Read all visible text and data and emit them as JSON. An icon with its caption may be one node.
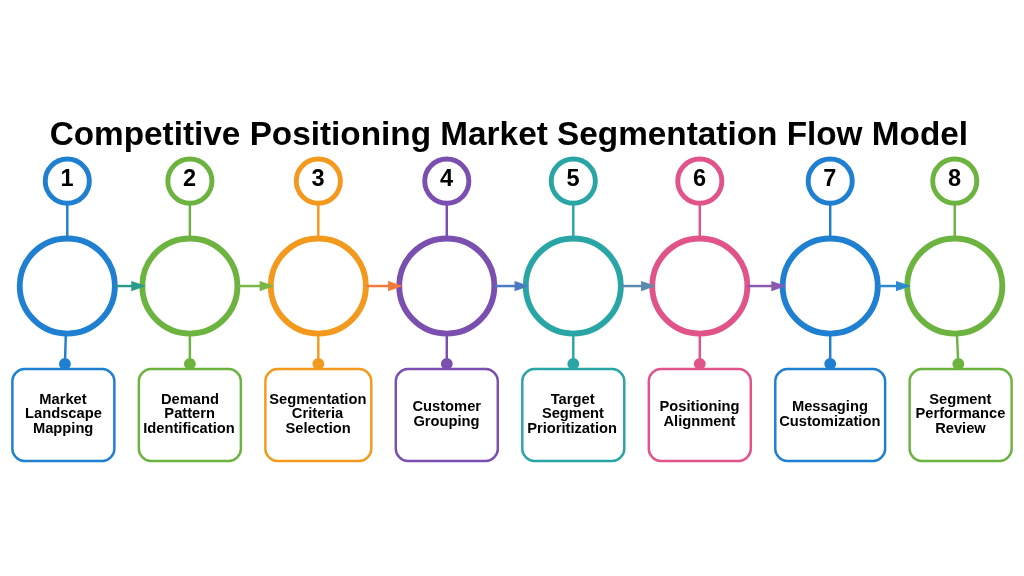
{
  "diagram": {
    "title": "Competitive Positioning Market Segmentation Flow Model",
    "nodes": [
      {
        "text": [
          "1"
        ]
      },
      {
        "text": [],
        "shape": "circle"
      },
      {
        "text": [
          "Market Landscape Mapping"
        ]
      },
      {
        "text": [
          "2"
        ]
      },
      {
        "text": [],
        "shape": "circle"
      },
      {
        "text": [
          "Demand Pattern Identification"
        ]
      },
      {
        "text": [
          "3"
        ]
      },
      {
        "text": [],
        "shape": "circle"
      },
      {
        "text": [
          "Segmentation Criteria Selection"
        ]
      },
      {
        "text": [
          "4"
        ]
      },
      {
        "text": [],
        "shape": "circle"
      },
      {
        "text": [
          "Customer Grouping"
        ]
      },
      {
        "text": [
          "5"
        ]
      },
      {
        "text": [],
        "shape": "circle"
      },
      {
        "text": [
          "Target Segment Prioritization"
        ]
      },
      {
        "text": [
          "6"
        ]
      },
      {
        "text": [],
        "shape": "circle"
      },
      {
        "text": [
          "Positioning Alignment"
        ]
      },
      {
        "text": [
          "7"
        ]
      },
      {
        "text": [],
        "shape": "circle"
      },
      {
        "text": [
          "Messaging Customization"
        ]
      },
      {
        "text": [
          "8"
        ]
      },
      {
        "text": [],
        "shape": "circle"
      },
      {
        "text": [
          "Segment Performance Review"
        ]
      }
    ],
    "edges": [
      {
        "from": 0,
        "to": 1,
        "arrow": "none",
        "color": "#1f7fd0"
      },
      {
        "from": 1,
        "to": 2,
        "arrow": "other",
        "color": "#1f7fd0"
      },
      {
        "from": 1,
        "to": 4,
        "arrow": "to",
        "color": "#2a9a8a"
      },
      {
        "from": 3,
        "to": 4,
        "arrow": "none",
        "color": "#6cb33f"
      },
      {
        "from": 4,
        "to": 5,
        "arrow": "other",
        "color": "#6cb33f"
      },
      {
        "from": 4,
        "to": 7,
        "arrow": "to",
        "color": "#7ab648"
      },
      {
        "from": 6,
        "to": 7,
        "arrow": "none",
        "color": "#f39a1e"
      },
      {
        "from": 7,
        "to": 8,
        "arrow": "other",
        "color": "#f39a1e"
      },
      {
        "from": 7,
        "to": 10,
        "arrow": "to",
        "color": "#f07a3a"
      },
      {
        "from": 9,
        "to": 10,
        "arrow": "none",
        "color": "#7a4fb0"
      },
      {
        "from": 10,
        "to": 11,
        "arrow": "other",
        "color": "#7a4fb0"
      },
      {
        "from": 10,
        "to": 13,
        "arrow": "to",
        "color": "#4a7ac0"
      },
      {
        "from": 12,
        "to": 13,
        "arrow": "none",
        "color": "#2aa5a5"
      },
      {
        "from": 13,
        "to": 14,
        "arrow": "other",
        "color": "#2aa5a5"
      },
      {
        "from": 13,
        "to": 16,
        "arrow": "to",
        "color": "#5a8ab0"
      },
      {
        "from": 15,
        "to": 16,
        "arrow": "none",
        "color": "#e0548a"
      },
      {
        "from": 16,
        "to": 17,
        "arrow": "other",
        "color": "#e0548a"
      },
      {
        "from": 16,
        "to": 19,
        "arrow": "to",
        "color": "#8a5ab0"
      },
      {
        "from": 18,
        "to": 19,
        "arrow": "none",
        "color": "#1f7fd0"
      },
      {
        "from": 19,
        "to": 20,
        "arrow": "other",
        "color": "#1f7fd0"
      },
      {
        "from": 19,
        "to": 22,
        "arrow": "to",
        "color": "#2a8ad0"
      },
      {
        "from": 21,
        "to": 22,
        "arrow": "none",
        "color": "#6cb33f"
      },
      {
        "from": 22,
        "to": 23,
        "arrow": "other",
        "color": "#6cb33f"
      }
    ]
  }
}
